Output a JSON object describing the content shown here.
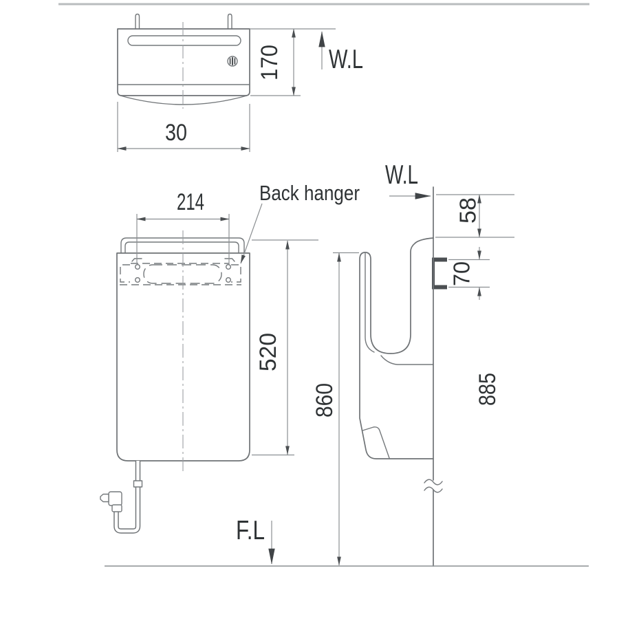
{
  "drawing": {
    "views": {
      "top": {
        "depth_dim": "170",
        "width_dim": "30",
        "wall_line_label": "W.L"
      },
      "front": {
        "hanger_pitch_dim": "214",
        "body_height_dim": "520",
        "back_hanger_label": "Back hanger",
        "floor_line_label": "F.L"
      },
      "side": {
        "wall_line_label": "W.L",
        "wall_to_top_dim": "58",
        "hanger_tab_pitch_dim": "70",
        "floor_to_top_dim": "860",
        "wall_reference_dim": "885"
      }
    },
    "colors": {
      "background": "#ffffff",
      "outline": "#6e7275",
      "dimension_line": "#8b8f92",
      "text": "#2f3335",
      "hanger_tab": "#4b4f52"
    }
  }
}
